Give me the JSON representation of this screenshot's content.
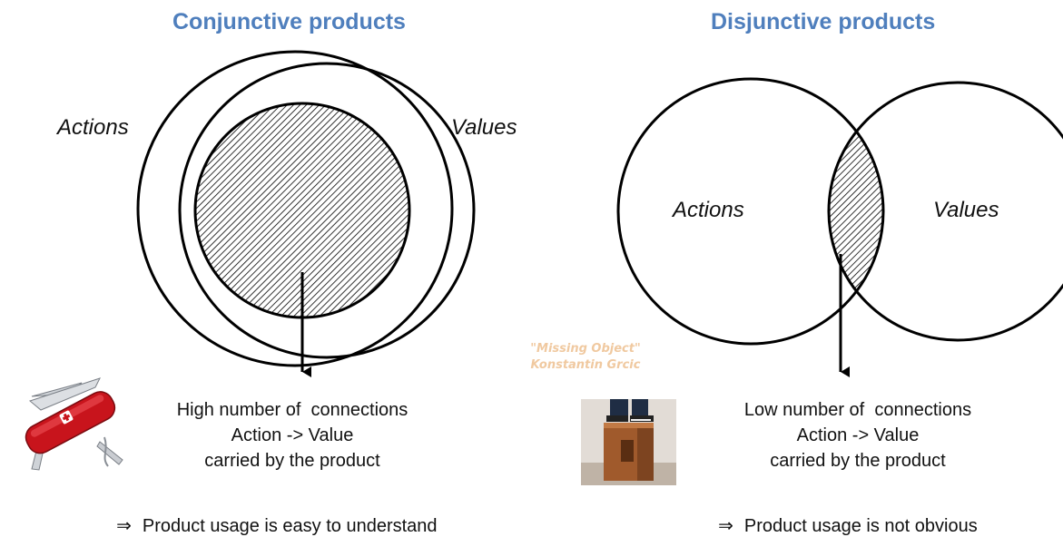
{
  "colors": {
    "title": "#4f7fbd",
    "credit": "#f0c9a0",
    "stroke": "#000000"
  },
  "left": {
    "title": "Conjunctive products",
    "label_a": "Actions",
    "label_b": "Values",
    "description": [
      "High number of  connections",
      "Action -> Value",
      "carried by the product"
    ],
    "conclusion_symbol": "⇒",
    "conclusion": "Product usage is easy to understand",
    "picture": "swiss-army-knife"
  },
  "right": {
    "title": "Disjunctive products",
    "label_a": "Actions",
    "label_b": "Values",
    "description": [
      "Low number of  connections",
      "Action -> Value",
      "carried by the product"
    ],
    "conclusion_symbol": "⇒",
    "conclusion": "Product usage is not obvious",
    "credit": [
      "\"Missing Object\"",
      "Konstantin Grcic"
    ],
    "picture": "wooden-box-photo"
  }
}
